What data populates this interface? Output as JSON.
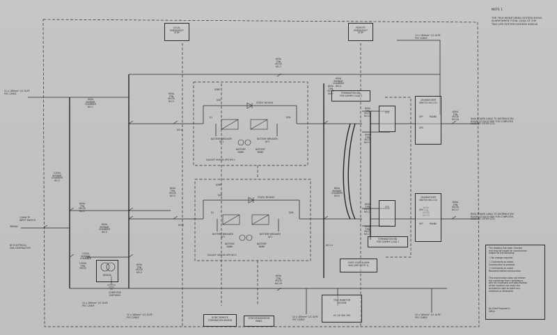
{
  "note": {
    "title": "NOTE 1",
    "body": "THE TELE-MONITORING SYSTEM SHOUL\nALARM WHEN TOTAL LOAD OF THE\nTWO UPS SYSTEM EXCEEDS 400kVA"
  },
  "top_boxes": {
    "local_stop": "LOCAL\nEMERGENCY\nSTOP",
    "remote_stop": "REMOTE\nEMERGENCY\nSTOP"
  },
  "cables": {
    "top_left": "12 x 185mm² 1/C XLPE\nPVC CABLE",
    "top_right": "12 x 185mm² 1/C XLPE\nPVC CABLE",
    "bottom_left": "12 x 185mm² 1/C XLPE\nPVC CABLE",
    "bottom_mid": "12 x 185mm² 1/C XLPE\nPVC CABLE",
    "bottom_right": "12 x 185mm² 1/C XLPE\nPVC CABLE",
    "bottom_far_left": "12 x 185mm² 1/C XLPE\nPVC CABLE"
  },
  "breakers": {
    "top_no7": "800A\nTPN\nMCCB\nNO.7",
    "no3": "800A\nTPN\nMCCB\nNO.3",
    "no4": "NO.4",
    "no5": "800A\nTPN\nMCCB\nNO.5",
    "no6": "NO.6",
    "no9": "800A\nTPN\nMCCB\nNO.9",
    "no10": "800A\nTPN\nMCCB\nNO.10",
    "no11": "800A\nTPN\nMCCB\nNO.11",
    "no12": "800A\nTPN\nMCCB\nNO.12",
    "no13": "800A\nTPN\nMCCB\nNO.13",
    "no14": "NO.14",
    "no15": "800A\nTPN\nMCCB\nNO.15",
    "no16": "800A\nTPN\nMCCB\nNO.16",
    "no17": "800A\nTPN\nMCCB\nNO.17",
    "no1": "800A\nTPN\nMCCB\nNO.1",
    "no2": "800A\nTPN\nMCCB\nNO.2",
    "bottom_no18": "800A\nTPN\nMCCB\nNO.18"
  },
  "busbars": {
    "c1": "800A\nBUSBAR\nCHAMBER\nNO.1",
    "c2": "1200A\nBUSBAR\nCHAMBER\nNO.2",
    "c3": "800A\nBUSBAR\nCHAMBER\nNO.3",
    "c4": "800A\nBUSBAR\nCHAMBER\nNO.4",
    "c5": "800A\nBUSBAR\nCHAMBER\nNO.5",
    "c6": "1200A\nBUSBAR\nCHAMBER"
  },
  "ups1": {
    "static_bypass": "STATIC BY-PASS",
    "q3bp": "Q3BP",
    "q4s": "Q4S",
    "q1": "Q1",
    "q5n": "Q5N",
    "battery_breaker_left": "BATTERY BREAKER\nQF1",
    "battery_breaker_right": "BATTERY BREAKER\nQF1",
    "battery_bank": "BATTERY\nBANK",
    "title": "GALAXY 400kVA UPS NO.1"
  },
  "ups2": {
    "static_bypass": "STATIC BY-PASS",
    "q3bp": "Q3BP",
    "q4s": "Q4S",
    "q1": "Q1",
    "q5n": "Q5N",
    "battery_breaker_left": "BATTERY BREAKER\nQF1",
    "battery_breaker_right": "BATTERY BREAKER\nQF1",
    "battery_bank_left": "BATTERY\nBANK",
    "battery_bank_right": "BATTERY\nBANK",
    "title": "GALAXY 400kVA UPS NO.2"
  },
  "dummy": {
    "top": "TERMINATION BD.\nFOR DUMMY LOAD 1",
    "bottom": "TERMINATION BD.\nFOR DUMMY LOAD 2"
  },
  "sts": {
    "a": "STS",
    "b": "STS"
  },
  "changeover": {
    "top": "CHANGEOVER\nSWITCH NO.CO1",
    "bottom": "CHANGEOVER\nSWITCH NO.CO2",
    "off": "OFF",
    "mains": "MAINS",
    "ups": "UPS",
    "off2": "OFF"
  },
  "outputs": {
    "top": "800A POWER CABLE TO DISTRIBUTION\nBOARD AT EACH SIDE FOR COMPUTER\nLOAD (BY OTHER (CS)",
    "bottom": "800A POWER CABLE TO DISTRIBUTION\nBOARD AT EACH SIDE FOR COMPUTER\nLOAD (BY OTHER (CS)"
  },
  "left": {
    "mains": "380VAC",
    "from": "BY ELECTRICAL\nSUB-CONTRACTOR",
    "incoming_switch": "1200A TP\nINPUT SWITCH",
    "transformer": "1200A\nTPN\nMCCB",
    "iso": "800kVA",
    "earthing": "COMPUTER\nEARTHING",
    "no_1": "NO.1",
    "busbar_no2": "NO.2"
  },
  "bottom_boxes": {
    "dcmc": "DCMC REMOTE\nTERMINATION BOARD",
    "sync": "SYNCHRONIZATION\nPANEL",
    "alarm": "OVER LOAD ALARM\nBOX (SEE NOTE 1)",
    "telemon": "TELE-MONITOR\nSYSTEM",
    "cable": "4C 1/P 400-700"
  },
  "legend": {
    "l1": "The drawing has been checked\nand may be issued for construction\nsubject to the following:",
    "l2": "☐ No change required",
    "l3": "☐ Comments as noted\n  Construction to proceed",
    "l4": "☐ Comments as noted\n  Resubmit before construction",
    "l5": "This examination does not relieve\nthe contractor from compliance\nwith all conditions and specification\nof the Contract nor imply the\nArchitect's right to reject any\nmaterials or otherwise",
    "l6": "for Chief Engineer's\nOffice"
  }
}
